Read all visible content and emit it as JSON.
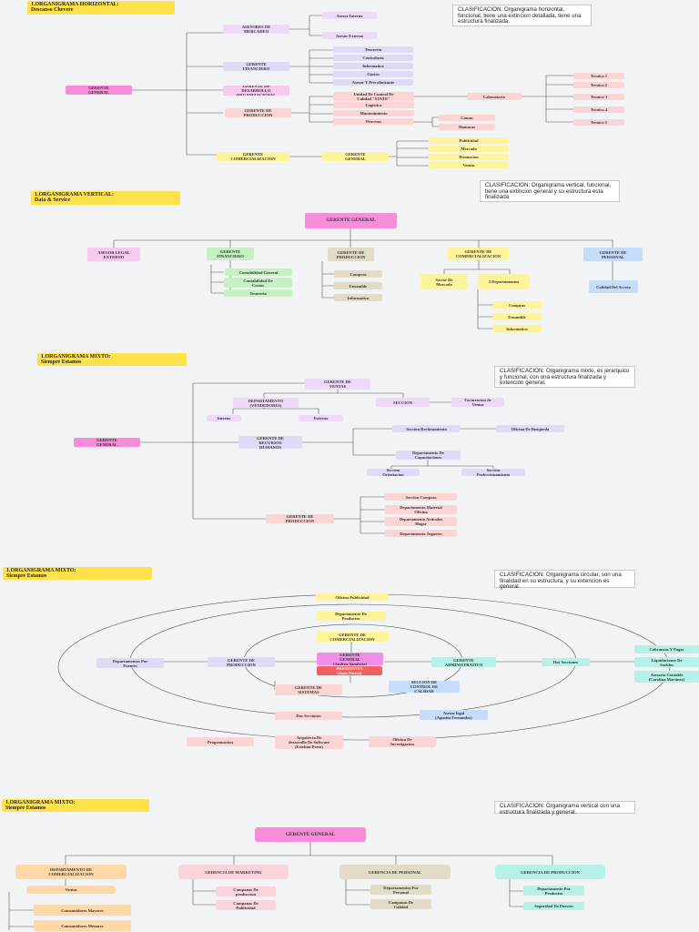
{
  "sections": {
    "s1": {
      "title": "1.ORGANIGRAMA HORIZONTAL:\nDescanso Chevere",
      "clasificacion": "CLASIFICACION: Organigrama horizontal, funcional, tiene una extincion detallada, tiene una estructura finalizada.",
      "nodes": {
        "gerente_general": "GERENTE\nGENERAL",
        "asesores": "ASESORES DE\nMERCADEO",
        "asesor_interno": "Asesor Interno",
        "asesor_externo": "Asesor Externo",
        "gerente_financiero": "GERENTE\nFINANCIERO",
        "tesoreria": "Tesoreria",
        "contraloria": "Contraloria",
        "informatica": "Informatica",
        "gastos": "Gastos",
        "asesor_precolinizante": "Asesor Y Precolinizante",
        "gerente_desarrollo": "GERENTE DE\nDESARROLLO\nORGANIZACIONAL",
        "gerente_produccion": "GERENTE DE\nPRODUCCION",
        "unidad_control": "Unidad De Control De\nCalidad \"STATE\"",
        "logistica": "Logistica",
        "mantenimiento": "Mantenimiento",
        "procesos": "Procesos",
        "laboratorio": "Laboratorio",
        "tecnico1": "Tecnico 1",
        "tecnico2": "Tecnico 2",
        "tecnico3": "Tecnico 3",
        "tecnico4": "Tecnico 4",
        "tecnico5": "Tecnico 5",
        "camas": "Camas",
        "hamacas": "Hamacas",
        "gerente_comercializacion": "GERENTE\nCOMERCIALIZACION",
        "gerente_general_2": "GERENTE\nGENERAL",
        "publicidad": "Publicidad",
        "mercado": "Mercado",
        "promocion": "Promocion",
        "ventas": "Ventas"
      }
    },
    "s2": {
      "title": "1.ORGANIGRAMA VERTICAL:\nData & Service",
      "clasificacion": "CLASIFICACION: Organigrama vertical, funcional, tiene una extincion general y su estructura esta finalizada",
      "nodes": {
        "gerente_general": "GERENTE GENERAL",
        "asesor_legal": "ASESOR LEGAL\nEXTERNO",
        "gerente_financiero": "GERENTE\nFINANCIERO",
        "contabilidad_general": "Contabilidad General",
        "contabilidad_costos": "Contabilidad De\nCostos",
        "tesoreria": "Tesoreria",
        "gerente_produccion": "GERENTE DE\nPRODUCCION",
        "compras": "Compras",
        "ensamble": "Ensamble",
        "informatica": "Informatica",
        "gerente_comercializacion": "GERENTE DE\nCOMERCIALIZACION",
        "sector_mercado": "Sector De\nMercado",
        "departamentos": "5 Departamentos",
        "compras2": "Compras",
        "ensamble2": "Ensamble",
        "informatica2": "Informatica",
        "gerente_personal": "GERENTE DE\nPERSONAL",
        "calidad_acceso": "Calidad Del Acceso"
      }
    },
    "s3": {
      "title": "1.ORGANIGRAMA MIXTO:\nSiempre Estamos",
      "clasificacion": "CLASIFICACION: Organigrama mixto, es jerarquico y funcional, con una estructura finalizada y extencion general.",
      "nodes": {
        "gerente_general": "GERENTE\nGENERAL",
        "gerente_ventas": "GERENTE DE\nVENTAS",
        "depto_vendedores": "DEPARTAMENTO\n(VENDEDORES)",
        "interno": "Interno",
        "externo": "Externo",
        "seccion": "SECCION",
        "facturacion": "Facturacion de\nVentas",
        "gerente_rrhh": "GERENTE DE\nRECURSOS\nHUMANOS",
        "seccion_reclutamiento": "Seccion Reclutamiento",
        "oficina_busqueda": "Oficina De Busqueda",
        "depto_capacitaciones": "Departamento De\nCapacitaciones",
        "seccion_orientacion": "Seccion\nOrientacion",
        "seccion_perfeccionamiento": "Seccion\nPerfeccionamiento",
        "gerente_produccion": "GERENTE DE\nPRODUCCION",
        "seccion_compras": "Seccion Compras",
        "depto_material": "Departamento Material\nOficina",
        "depto_articulos": "Departamento Articulos\nHogar",
        "depto_juguetes": "Departamento Juguetes"
      }
    },
    "s4": {
      "title": "1.ORGANIGRAMA MIXTO:\nSiempre Estamos",
      "clasificacion": "CLASIFICACION: Organigrama circular, son una finalidad en su estructura, y su extencion es general.",
      "nodes": {
        "oficina_publicidad": "Oficina Publicidad",
        "depto_productos": "Departamento De\nProductos",
        "gerente_comercializacion": "GERENTE DE\nCOMERCIALIZACION",
        "gerente_general": "GERENTE\nGENERAL\n(Andrea Sanabria)",
        "presidenta": "PRESIDENTA\n(Juan Torres)",
        "gerente_produccion": "GERENTE DE\nPRODUCCION",
        "departamentos_fuentes": "Departamentos Por\nFuentes",
        "gerente_administrativo": "GERENTE\nADMINISTRATIVO",
        "dos_secciones": "Dos Secciones",
        "cobranzas": "Cobranzas Y Pagos",
        "liquidaciones": "Liquidaciones De\nSueldos",
        "asesoria_contable": "Asesoria Contable\n(Carolina Martinez)",
        "gerente_sistemas": "GERENTE DE\nSISTEMAS",
        "seccion_calidad": "SECCION DE\nCONTROL DE\nCALIDAD",
        "dos_secciones_2": "Dos Secciones",
        "asesor_legal": "Asesor legal\n(Agustin Fernandez)",
        "programacion": "Programacion",
        "arquitecto": "Arquitecto De\ndesarrollo De Software\n(Esteban Perez)",
        "oficina_investigacion": "Oficina De\nInvestigacion"
      }
    },
    "s5": {
      "title": "1.ORGANIGRAMA MIXTO:\nSiempre Estamos",
      "clasificacion": "CLASIFICACION: Organigrama vertical con una estructura finalizada y general.",
      "nodes": {
        "gerente_general": "GERENTE GENERAL",
        "depto_comercializacion": "DEPARTAMENTO DE\nCOMERCIALIZACION",
        "ventas": "Ventas",
        "consumidores_mayores": "Consumidores Mayores",
        "consumidores_menores": "Consumidores Menores",
        "gerencia_marketing": "GERENCIA DE MARKETING",
        "campanas_produccion": "Campanas De\nproduccion",
        "campanas_publicidad": "Campanas De\nPublicidad",
        "gerencia_personal": "GERENCIA DE PERSONAL",
        "depto_personal": "Departamentos Por\nPersonal",
        "campanas_calidad": "Campanas De\nCalidad",
        "gerencia_produccion": "GERENCIA DE PRODUCCION",
        "depto_productos": "Departamento Por\nProductos",
        "seguridad_puestos": "Seguridad De Puestos"
      }
    }
  },
  "colors": {
    "background": "#f2f3f5",
    "title_fill": "#ffe14a",
    "connector": "#555555"
  }
}
